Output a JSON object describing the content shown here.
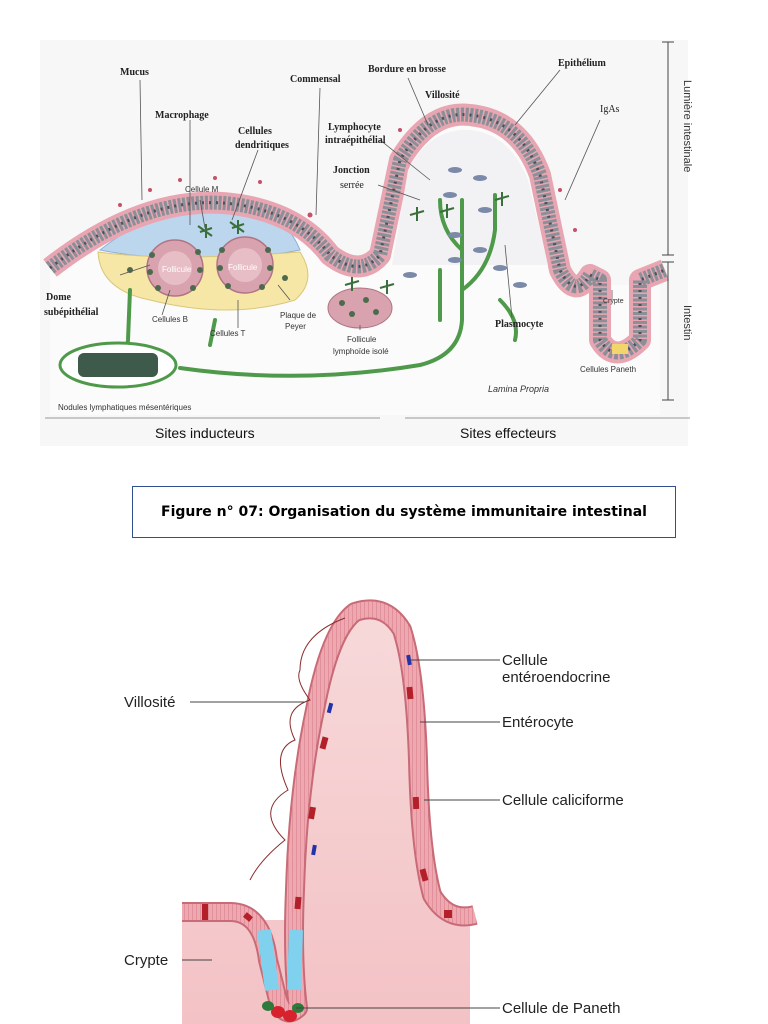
{
  "figure1": {
    "labels": {
      "mucus": "Mucus",
      "commensal": "Commensal",
      "bordure": "Bordure en brosse",
      "epithelium": "Epithélium",
      "villosite": "Villosité",
      "macrophage": "Macrophage",
      "cellules_dendritiques_1": "Cellules",
      "cellules_dendritiques_2": "dendritiques",
      "lymphocyte_1": "Lymphocyte",
      "lymphocyte_2": "intraépithélial",
      "iga": "IgAs",
      "jonction_1": "Jonction",
      "jonction_2": "serrée",
      "cellule_m": "Cellule M",
      "follicule_1": "Follicule",
      "follicule_2": "Follicule",
      "dome_1": "Dome",
      "dome_2": "subépithélial",
      "cellules_b": "Cellules B",
      "cellules_t": "Cellules T",
      "plaque_1": "Plaque de",
      "plaque_2": "Peyer",
      "follicule_isole_1": "Follicule",
      "follicule_isole_2": "lymphoïde isolé",
      "plasmocyte": "Plasmocyte",
      "crypte": "Crypte",
      "paneth": "Cellules Paneth",
      "lamina": "Lamina Propria",
      "nodules": "Nodules lymphatiques mésentériques",
      "lumiere": "Lumière intestinale",
      "intestin": "Intestin",
      "sites_inducteurs": "Sites inducteurs",
      "sites_effecteurs": "Sites effecteurs"
    },
    "caption": "Figure n° 07: Organisation du système immunitaire intestinal"
  },
  "figure2": {
    "labels": {
      "enteroendocrine_1": "Cellule",
      "enteroendocrine_2": "entéroendocrine",
      "villosite": "Villosité",
      "enterocyte": "Entérocyte",
      "caliciforme": "Cellule caliciforme",
      "crypte": "Crypte",
      "paneth": "Cellule de Paneth"
    }
  },
  "colors": {
    "epithelium_pink": "#e8a6b2",
    "cell_grey": "#8c8f97",
    "lymph_green": "#4e9a4a",
    "dome_blue": "#bcd6ee",
    "peyer_yellow": "#f6e7a6",
    "villus_pink": "#f3c7c9",
    "goblet_red": "#b3202a",
    "crypt_blue": "#7fd1ee"
  }
}
